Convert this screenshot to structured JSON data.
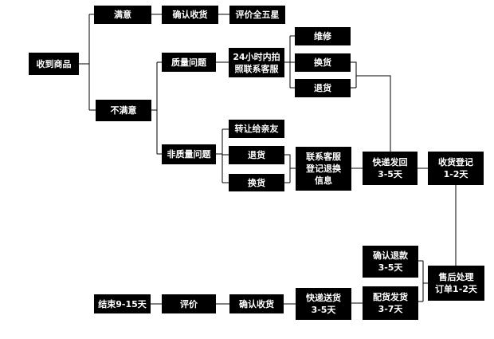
{
  "nodes": {
    "receive": "收到商品",
    "satisfied": "满意",
    "confirm_receipt_top": "确认收货",
    "five_star": "评价全五星",
    "unsatisfied": "不满意",
    "quality_issue": "质量问题",
    "contact_24h": "24小时内拍\n照联系客服",
    "repair": "维修",
    "exchange_q": "换货",
    "return_q": "退货",
    "non_quality_issue": "非质量问题",
    "transfer": "转让给亲友",
    "return_nq": "退货",
    "exchange_nq": "换货",
    "register_info": "联系客服\n登记退换\n信息",
    "express_return": "快递发回\n3-5天",
    "receive_register": "收货登记\n1-2天",
    "after_sale": "售后处理\n订单1-2天",
    "confirm_refund": "确认退款\n3-5天",
    "ship_goods": "配货发货\n3-7天",
    "express_delivery": "快递送货\n3-5天",
    "confirm_receipt_bottom": "确认收货",
    "evaluate": "评价",
    "end": "结束9-15天"
  },
  "colors": {
    "box": "#000000",
    "box_text": "#ffffff",
    "line": "#000000",
    "background": "#ffffff"
  }
}
